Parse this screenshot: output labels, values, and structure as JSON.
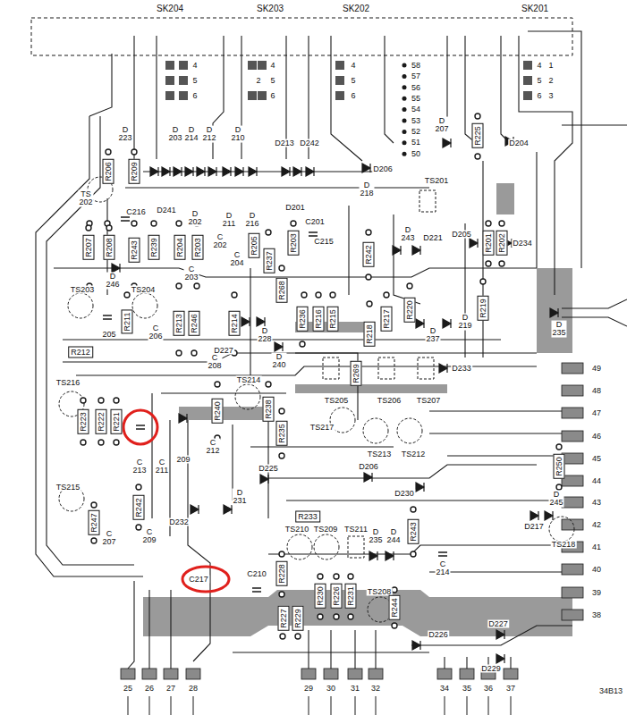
{
  "diagram": {
    "labels": [
      "SK204",
      "SK203",
      "SK202",
      "SK201",
      "4",
      "5",
      "6",
      "4",
      "2",
      "5",
      "6",
      "4",
      "5",
      "6",
      "4",
      "1",
      "5",
      "2",
      "6",
      "3",
      "58",
      "57",
      "56",
      "55",
      "54",
      "53",
      "52",
      "51",
      "50",
      "D 223",
      "D 203",
      "D 214",
      "D 212",
      "D 210",
      "D213",
      "D242",
      "D 207",
      "R225",
      "D204",
      "R206",
      "R209",
      "TS 202",
      "C216",
      "D241",
      "D 202",
      "D 211",
      "D 216",
      "D201",
      "C201",
      "D206",
      "D 218",
      "TS201",
      "D 243",
      "D221",
      "D205",
      "R201",
      "R202",
      "D234",
      "C215",
      "R242",
      "R207",
      "R208",
      "R243",
      "R239",
      "R204",
      "R203",
      "C 202",
      "C 204",
      "R205",
      "R237",
      "R203",
      "C 203",
      "D 246",
      "TS203",
      "TS204",
      "R268",
      "R211",
      "205",
      "C 206",
      "R213",
      "R246",
      "R214",
      "D 228",
      "D227",
      "R236",
      "R216",
      "R215",
      "R218",
      "R217",
      "R220",
      "D 237",
      "D 219",
      "R219",
      "D 235",
      "R212",
      "C 208",
      "D 240",
      "R269",
      "D233",
      "TS216",
      "TS214",
      "TS205",
      "TS206",
      "TS207",
      "R223",
      "R222",
      "R221",
      "R240",
      "R238",
      "R235",
      "TS217",
      "TS213",
      "TS212",
      "C 212",
      "209",
      "C 211",
      "C 213",
      "D225",
      "D206",
      "D230",
      "R250",
      "TS215",
      "R242",
      "R247",
      "D232",
      "D 231",
      "C 207",
      "C 209",
      "D 245",
      "D217",
      "TS218",
      "R233",
      "TS210",
      "TS209",
      "TS211",
      "D 235",
      "D 244",
      "R243",
      "R228",
      "C210",
      "C217",
      "C 214",
      "R230",
      "R226",
      "R231",
      "TS208",
      "R244",
      "R227",
      "R229",
      "D226",
      "D227",
      "D229",
      "34B13",
      "49",
      "48",
      "47",
      "46",
      "45",
      "44",
      "43",
      "42",
      "41",
      "40",
      "39",
      "38",
      "25",
      "26",
      "27",
      "28",
      "29",
      "30",
      "31",
      "32",
      "34",
      "35",
      "36",
      "37"
    ]
  }
}
